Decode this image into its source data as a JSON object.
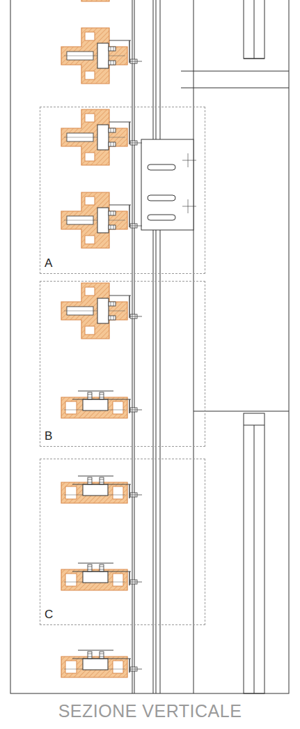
{
  "diagram": {
    "caption": "SEZIONE VERTICALE",
    "nodes": [
      {
        "text": [
          "A"
        ]
      },
      {
        "text": [
          "B"
        ]
      },
      {
        "text": [
          "C"
        ]
      }
    ]
  }
}
